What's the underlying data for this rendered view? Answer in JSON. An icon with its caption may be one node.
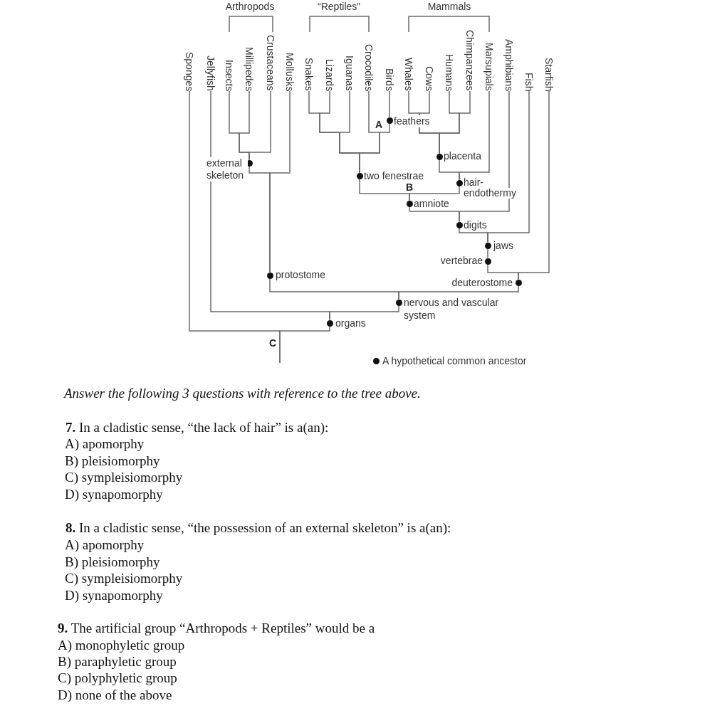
{
  "diagram": {
    "nodes": [
      {
        "text": [
          "Sponges"
        ]
      },
      {
        "text": [
          "Jellyfish"
        ]
      },
      {
        "text": [
          "Insects"
        ]
      },
      {
        "text": [
          "Millipedes"
        ]
      },
      {
        "text": [
          "Crustaceans"
        ]
      },
      {
        "text": [
          "Mollusks"
        ]
      },
      {
        "text": [
          "Snakes"
        ]
      },
      {
        "text": [
          "Lizards"
        ]
      },
      {
        "text": [
          "Iguanas"
        ]
      },
      {
        "text": [
          "Crocodiles"
        ]
      },
      {
        "text": [
          "Birds"
        ]
      },
      {
        "text": [
          "Whales"
        ]
      },
      {
        "text": [
          "Cows"
        ]
      },
      {
        "text": [
          "Humans"
        ]
      },
      {
        "text": [
          "Chimpanzees"
        ]
      },
      {
        "text": [
          "Marsupials"
        ]
      },
      {
        "text": [
          "Amphibians"
        ]
      },
      {
        "text": [
          "Fish"
        ]
      },
      {
        "text": [
          "Starfish"
        ]
      },
      {
        "text": [],
        "shape": "circle",
        "beside": [
          "feathers"
        ]
      },
      {
        "text": [],
        "shape": "circle",
        "beside": [
          "placenta"
        ]
      },
      {
        "text": [],
        "shape": "circle",
        "beside": [
          "external skeleton"
        ]
      },
      {
        "text": [],
        "shape": "circle",
        "beside": [
          "two fenestrae"
        ]
      },
      {
        "text": [],
        "shape": "circle",
        "beside": [
          "hair-endothermy"
        ]
      },
      {
        "text": [],
        "shape": "circle",
        "beside": [
          "amniote"
        ]
      },
      {
        "text": [],
        "shape": "circle",
        "beside": [
          "digits"
        ]
      },
      {
        "text": [],
        "shape": "circle",
        "beside": [
          "jaws"
        ]
      },
      {
        "text": [],
        "shape": "circle",
        "beside": [
          "vertebrae"
        ]
      },
      {
        "text": [],
        "shape": "circle",
        "beside": [
          "protostome"
        ]
      },
      {
        "text": [],
        "shape": "circle",
        "beside": [
          "deuterostome"
        ]
      },
      {
        "text": [],
        "shape": "circle",
        "beside": [
          "nervous and vascular system"
        ]
      },
      {
        "text": [],
        "shape": "circle",
        "beside": [
          "organs"
        ]
      }
    ],
    "edges": [
      {
        "from": 2,
        "to": 21,
        "arrow": "none"
      },
      {
        "from": 3,
        "to": 21,
        "arrow": "none"
      },
      {
        "from": 4,
        "to": 21,
        "arrow": "none"
      },
      {
        "from": 21,
        "to": 28,
        "arrow": "none"
      },
      {
        "from": 5,
        "to": 28,
        "arrow": "none"
      },
      {
        "from": 10,
        "to": 19,
        "arrow": "none"
      },
      {
        "from": 6,
        "to": 22,
        "arrow": "none"
      },
      {
        "from": 7,
        "to": 22,
        "arrow": "none"
      },
      {
        "from": 8,
        "to": 22,
        "arrow": "none"
      },
      {
        "from": 9,
        "to": 22,
        "arrow": "none"
      },
      {
        "from": 19,
        "to": 22,
        "arrow": "none"
      },
      {
        "from": 11,
        "to": 20,
        "arrow": "none"
      },
      {
        "from": 12,
        "to": 20,
        "arrow": "none"
      },
      {
        "from": 13,
        "to": 20,
        "arrow": "none"
      },
      {
        "from": 14,
        "to": 20,
        "arrow": "none"
      },
      {
        "from": 20,
        "to": 23,
        "arrow": "none"
      },
      {
        "from": 15,
        "to": 23,
        "arrow": "none"
      },
      {
        "from": 22,
        "to": 24,
        "arrow": "none"
      },
      {
        "from": 23,
        "to": 24,
        "arrow": "none"
      },
      {
        "from": 24,
        "to": 25,
        "arrow": "none"
      },
      {
        "from": 16,
        "to": 25,
        "arrow": "none"
      },
      {
        "from": 25,
        "to": 26,
        "arrow": "none"
      },
      {
        "from": 17,
        "to": 26,
        "arrow": "none"
      },
      {
        "from": 26,
        "to": 27,
        "arrow": "none"
      },
      {
        "from": 27,
        "to": 29,
        "arrow": "none"
      },
      {
        "from": 18,
        "to": 29,
        "arrow": "none"
      },
      {
        "from": 28,
        "to": 30,
        "arrow": "none"
      },
      {
        "from": 29,
        "to": 30,
        "arrow": "none"
      },
      {
        "from": 1,
        "to": 31,
        "arrow": "none"
      },
      {
        "from": 30,
        "to": 31,
        "arrow": "none"
      },
      {
        "from": 0,
        "to": null,
        "arrow": "none"
      },
      {
        "from": 31,
        "to": null,
        "arrow": "none"
      }
    ],
    "labels": [
      "Arthropods",
      "“Reptiles”",
      "Mammals",
      "A",
      "B",
      "C",
      "Answer the following 3 questions with reference to the tree above.",
      "**7.** In a cladistic sense, “the lack of hair” is a(an):",
      "A) apomorphy",
      "B) pleisiomorphy",
      "C) sympleisiomorphy",
      "D) synapomorphy",
      "**8.** In a cladistic sense, “the possession of an external skeleton” is a(an):",
      "A) apomorphy",
      "B) pleisiomorphy",
      "C) sympleisiomorphy",
      "D) synapomorphy",
      "**9.** The artificial group “Arthropods + Reptiles” would be a",
      "A) monophyletic group",
      "B) paraphyletic group",
      "C) polyphyletic group",
      "D) none of the above"
    ],
    "legend": [
      {
        "text": "A hypothetical common ancestor"
      }
    ]
  }
}
